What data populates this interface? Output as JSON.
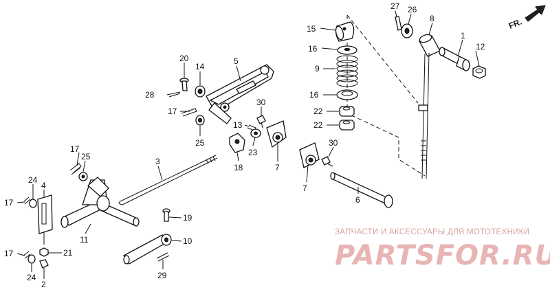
{
  "diagram": {
    "orientation_label": "FR.",
    "callouts": [
      "1",
      "2",
      "3",
      "4",
      "5",
      "6",
      "7",
      "8",
      "9",
      "10",
      "11",
      "12",
      "13",
      "14",
      "15",
      "16",
      "17",
      "18",
      "19",
      "20",
      "21",
      "22",
      "23",
      "24",
      "25",
      "26",
      "27",
      "28",
      "29",
      "30"
    ]
  },
  "watermark": {
    "tagline": "ЗАПЧАСТИ И АКСЕССУАРЫ ДЛЯ МОТОТЕХНИКИ",
    "logo": "PARTSFOR.RU",
    "color": "#e3a9a9"
  }
}
